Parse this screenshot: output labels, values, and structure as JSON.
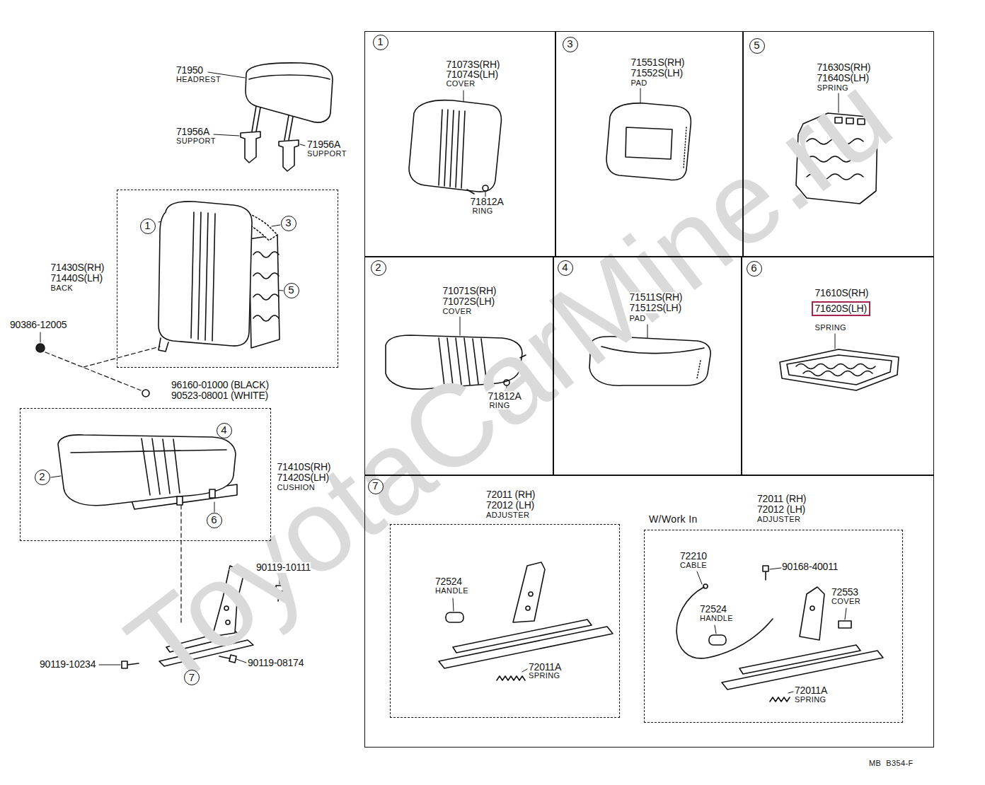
{
  "diagram": {
    "nodes": [
      {
        "text": [
          "71430S(RH)",
          "71440S(LH)",
          "BACK"
        ]
      },
      {
        "text": [
          "1"
        ],
        "in": 0
      },
      {
        "text": [
          "3"
        ],
        "in": 0
      },
      {
        "text": [
          "5"
        ],
        "in": 0
      },
      {
        "text": [
          "71410S(RH)",
          "71420S(LH)",
          "CUSHION"
        ]
      },
      {
        "text": [
          "4"
        ],
        "in": 4
      },
      {
        "text": [
          "2"
        ],
        "in": 4
      },
      {
        "text": [
          "6"
        ],
        "in": 4
      },
      {
        "text": [
          "7"
        ]
      },
      {
        "text": [
          "71073S(RH)",
          "71074S(LH)",
          "COVER",
          "71812A",
          "RING"
        ]
      },
      {
        "text": [
          "1"
        ],
        "in": 9
      },
      {
        "text": [
          "71551S(RH)",
          "71552S(LH)",
          "PAD"
        ]
      },
      {
        "text": [
          "3"
        ],
        "in": 11
      },
      {
        "text": [
          "71630S(RH)",
          "71640S(LH)",
          "SPRING"
        ]
      },
      {
        "text": [
          "5"
        ],
        "in": 13
      },
      {
        "text": [
          "71071S(RH)",
          "71072S(LH)",
          "COVER",
          "71812A",
          "RING"
        ]
      },
      {
        "text": [
          "2"
        ],
        "in": 15
      },
      {
        "text": [
          "71511S(RH)",
          "71512S(LH)",
          "PAD"
        ]
      },
      {
        "text": [
          "4"
        ],
        "in": 17
      },
      {
        "text": [
          "71610S(RH)",
          "71620S(LH)",
          "SPRING"
        ]
      },
      {
        "text": [
          "6"
        ],
        "in": 19
      },
      {
        "text": []
      },
      {
        "text": [
          "7"
        ],
        "in": 21
      },
      {
        "text": [
          "72011 (RH)",
          "72012 (LH)",
          "ADJUSTER",
          "72524",
          "HANDLE",
          "72011A",
          "SPRING"
        ],
        "in": 21
      },
      {
        "text": [
          "W/Work In",
          "72011 (RH)",
          "72012 (LH)",
          "ADJUSTER",
          "72210",
          "CABLE",
          "90168-40011",
          "72524",
          "HANDLE",
          "72553",
          "COVER",
          "72011A",
          "SPRING"
        ],
        "in": 21
      }
    ],
    "labels": [
      "71950",
      "HEADREST",
      "71956A",
      "SUPPORT",
      "71956A",
      "SUPPORT",
      "90386-12005",
      "96160-01000 (BLACK)",
      "90523-08001 (WHITE)",
      "90119-10111",
      "90119-10234",
      "90119-08174",
      "MB  B354-F",
      "ToyotaCarMine.ru"
    ]
  }
}
